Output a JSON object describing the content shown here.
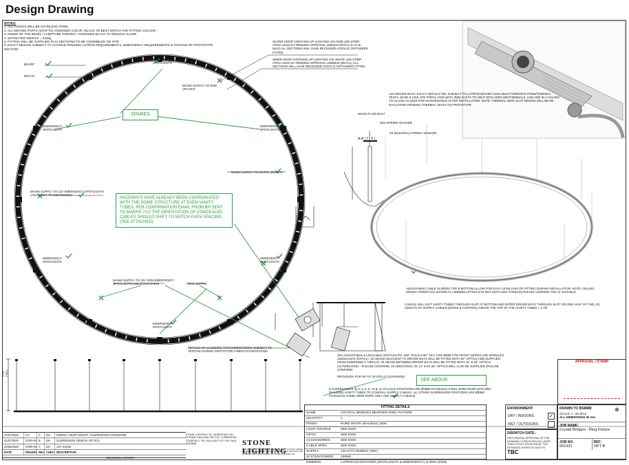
{
  "page": {
    "title": "Design Drawing"
  },
  "notes": {
    "header": "NOTES:",
    "items": [
      "1. ALL FIXINGS WILL BE STAINLESS STEEL",
      "2. ALL MOVING PARTS (SHAFTS) ANODISED CLEAR / BLACK TO BEST MATCH THE FITTING COLOUR",
      "3. INSIDE OF THE BEZEL / LAMPTUBE PAINTED / ANODISED BLACK TO REDUCE GLARE",
      "4. ESTIMATED WEIGHT = 215kg",
      "5. FITTING WILL BE SUPPLIED IN 12 SECTIONS TO BE ASSEMBLED ON SITE.",
      "6. EXACT DESIGN SUBJECT TO CHANGE PENDING LUTRON REQUIREMENTS, EMERGENCY REQUIREMENTS & TESTING OF PROTOTYPE SECTION"
    ]
  },
  "callouts": {
    "dim1": "Ø11397",
    "dim2": "Ø11176",
    "emergency_top": "EMERGENCY SPOTLIGHTS",
    "mains_rgb": "MAINS SUPPLY TO RGB UPLIGHT",
    "outer_hoop": "OUTER HOOP CONTAINS UP-LIGHTING 24V RGB LED STRIP: ATRIA A6113 5V PENDING APPROVAL 4650lm (INITIAL R=G=B MAX) ALL SECTIONS WILL HAVE RECESSED ACRYLIC DIFFUSERS FITTED",
    "inner_hoop": "INNER HOOP CONTAINS UP-LIGHTING 24V WHITE LED STRIP: ATRIA A6113 5V PENDING APPROVAL 16380lm (INITIAL) ALL SECTIONS WILL HAVE RECESSED ACRYLIC DIFFUSERS FITTED",
    "emergency_left": "EMERGENCY SPOTLIGHTS",
    "emergency_right": "EMERGENCY SPOTLIGHTS",
    "mains_white": "MAINS SUPPLY TO WHITE UPLIGHT",
    "mains_12v": "MAINS SUPPLY TO 12v EMERGENCY SPOTLIGHTS (ADJACENT TO GEM BOXES)",
    "emergency_left2": "EMERGENCY SPOTLIGHTS",
    "emergency_right2": "EMERGENCY SPOTLIGHTS",
    "mains_24v": "MAINS SUPPLY TO 24v NON-EMERGENCY SPOTLIGHTS AND ECOSYSTEM",
    "dmx": "DMX SUPPLY",
    "emergency_bottom": "EMERGENCY SPOTLIGHTS",
    "cladding": "DETAILS OF CLADDING ATTACHMENT/JOINS SUBJECT TO TESTING DURING PROTOTYPE FABRICATION/TESTING",
    "bolt": "M10x170 S/S BOLT",
    "spring": "M10 SPRING WASHER",
    "penny": "2x M10x40x1.5 PENNY WASHER",
    "section": "A-A ( 1 : 5 )",
    "driver_bays": "12x DRIVER BAYS. EXACT DETAILS TBC SUBJECT TO LUTRON DRIVER AVAILABILITY/SPECIFICATION/THERMAL TESTS. BASE & LIDS ARE POPULATED WITH 3mm SLOTS TO HELP WITH AIRFLOW/THERMALS. LIDS ARE IN 2 HALVES TO ALLOW ACCESS FOR MAINTENANCE AFTER INSTALLATION. NOTE: THERMAL VENT SLOT DESIGN WILL BE RE-EVALUATED PENDING THERMAL TESTS ON PROTOTYPE",
    "gliders": "ADJUSTABLE CABLE GLIDERS TOP & BOTTOM ALLOW FOR EASY LEVELLING OF FITTING DURING INSTALLATION. NOTE: CEILING MOUNT INTERFACE SHOWN IS A Ø50mm LIFTING EYE BUT (WITH M10 THREAD) PLEASE CONFIRM THIS IS SUITABLE",
    "cables_exit": "CABLES WILL EXIT VANITY TUBES THROUGH SLOT AT BOTTOM AND ENTER DRIVER BAYS THROUGH SLOT ON ONE HALF OF THE LID. LENGTH OF SUPPLY CABLES (MAINS & CONTROL) ABOVE THE TOP OF THE VANITY TUBES = 6.7m",
    "spotlights": "36x ADJUSTABLE & LOCKABLE SPOTLIGHTS: 360° PAN & 0-90° TILT. 1/36 35mm VTM ARTIST SERIES LED MODULES 2160lm MAX (INITIAL). 16 HEADS ADJACENT TO DRIVER BAYS WILL BE FITTED WITH 50° OPTICS AND SUPPLIED FROM EMERGENCY CIRCUIT. 20 HEADS BETWEEN DRIVER BAYS WILL BE FITTED WITH 19° & 28° OPTICS (ALTERNATING - PLEASE CONFIRM). 20 ADDITIONAL 3x 14° & 6x 28° OPTICS WILL ALSO BE SUPPLIED (PLEASE CONFIRM)",
    "provision": "PROVISION FOR UP TO 4x BTE ACCESSORIES",
    "suspensions": "6 SUSPENSIONS @ 2, 4, 6, 8, 10 & 12 O'CLOCK POSITIONS ARE Ø3mm STAINLESS STEEL WIRE ROPE WITH Ø57 (RAL9005) VANITY TUBES TO CONCEAL SUPPLY CABLES. ALL OTHER SUSPENSION POSITIONS ARE Ø3mm STAINLESS STEEL WIRE ROPE ONLY (NO SUPPLY CABLES)",
    "height": "2250 (TBC)",
    "spares": "SPARES",
    "raceways": "RACEWAYS HAVE ALREADY BEEN COORDINATED WITH THE DOME STRUCTURE AT EVEN VANITY TUBES, PER CONFIRMATION EMAIL FROM BH SENT TO MARRS 7/13 THE ORIENTATION OF CONCEALED CABLES SHOULD SHIFT TO MATCH EVEN SPACING. (SEE ATTACHED)",
    "see_above": "SEE ABOVE"
  },
  "fitting_details": {
    "header": "FITTING DETAILS",
    "rows": [
      {
        "k": "NAME",
        "v": "CRYSTAL BRIDGES BESPOKE RING FIXTURE"
      },
      {
        "k": "QUANTITY",
        "v": "1"
      },
      {
        "k": "FINISH",
        "v": "PURE WHITE (RAL9010) 1805"
      },
      {
        "k": "LIGHT SOURCE",
        "v": "SEE DWG"
      },
      {
        "k": "OPTIC",
        "v": "SEE DWG"
      },
      {
        "k": "ACCESSORIES",
        "v": "SEE DWG"
      },
      {
        "k": "CABLE SPEC",
        "v": "SEE DWG"
      },
      {
        "k": "SUPPLY",
        "v": "120-277V 50/60Hz (TBC)"
      },
      {
        "k": "SYSTEM POWER",
        "v": "2365W"
      },
      {
        "k": "DIMMING",
        "v": "LUTRON ECOSYSTEM (SPOTLIGHTS & EMERGENCY) & DMX (RGB)"
      }
    ]
  },
  "environment": {
    "label": "ENVIRONMENT:",
    "dry": "DRY / INDOORS",
    "wet": "WET / OUTDOORS",
    "dry_mark": "✓"
  },
  "dispatch": {
    "label": "DISPATCH DATE:",
    "text": "PROVISIONAL APPROVAL OF THE DRAWING IS RECEIVED NO LATER THAN 3 DAYS FROM ISSUE, THE INTENDED DISPATCH DATE IS:",
    "value": "TBC"
  },
  "approval": {
    "label": "APPROVAL / STAMP"
  },
  "drawing": {
    "drawn_to": "DRAWN TO BS8888",
    "scale": "SCALE: 1 : 60 @A3",
    "dims": "ALL DIMENSIONS IN mm",
    "job_name_label": "JOB NAME:",
    "job_name": "Crystal Bridges - Ring Fixture",
    "job_no_label": "JOB NO:",
    "job_no": "001931",
    "ref_label": "REF:",
    "ref": "OPT B"
  },
  "company": {
    "logo": "STONE LIGHTING",
    "address": "STONE LIGHTING LTD, 3A BIRKDALE RD, ELTHAM, ENGLAND SE9 1QT. LUMENHEAD STAMP BLZ. TEL: 0(0)1 848 7473, FAX: 0(0)1 848 8888",
    "disclaimer": "THIS DRAWING IS ISSUED ON THE BASIS THAT IT IS NOT COPIED, REPRODUCED OR DISCLOSED TO A THIRD PARTY WITHOUT THE EXPRESS WRITTEN CONSENT OF STONE LIGHTING LTD."
  },
  "revisions": {
    "rows": [
      {
        "date": "21/07/2020",
        "drawn": "LG",
        "rev": "C",
        "chk": "DH",
        "desc": "WIRING, DROP HEIGHT, SUSPENSION HARDWARE"
      },
      {
        "date": "01/07/2020",
        "drawn": "STEFAN",
        "rev": "B",
        "chk": "DH",
        "desc": "SUSPENSION DESIGN, OPTICS"
      },
      {
        "date": "23/06/2020",
        "drawn": "STEFAN",
        "rev": "A",
        "chk": "DH",
        "desc": "1ST ISSUE"
      }
    ],
    "header": {
      "date": "DATE",
      "drawn": "DRAWN",
      "rev": "REV",
      "chk": "CHECK",
      "desc": "DESCRIPTION"
    },
    "footer": "REVISION HISTORY"
  }
}
